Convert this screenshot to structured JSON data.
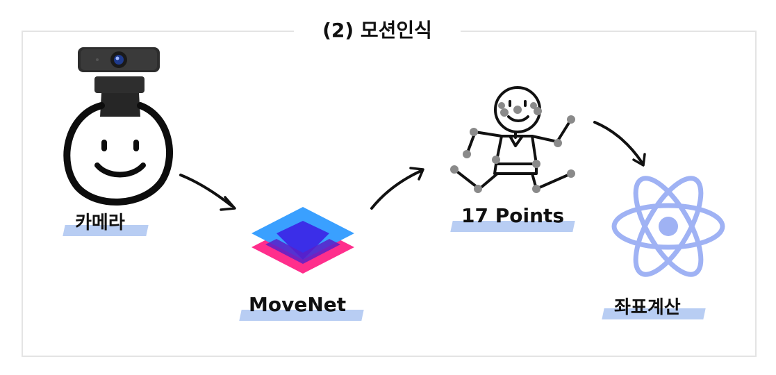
{
  "title": "(2) 모션인식",
  "steps": {
    "camera": "카메라",
    "movenet": "MoveNet",
    "points": "17 Points",
    "coords": "좌표계산"
  },
  "icons": {
    "camera": "webcam-smiley-icon",
    "movenet": "movenet-layers-logo",
    "points": "stick-figure-keypoints-icon",
    "coords": "react-atom-icon"
  },
  "colors": {
    "highlight": "#b8cdf3",
    "movenet_top": "#3aa0ff",
    "movenet_mid": "#3b2ee8",
    "movenet_bottom": "#ff2e8c",
    "atom": "#9fb2f4",
    "keypoint": "#8a8a8a"
  }
}
